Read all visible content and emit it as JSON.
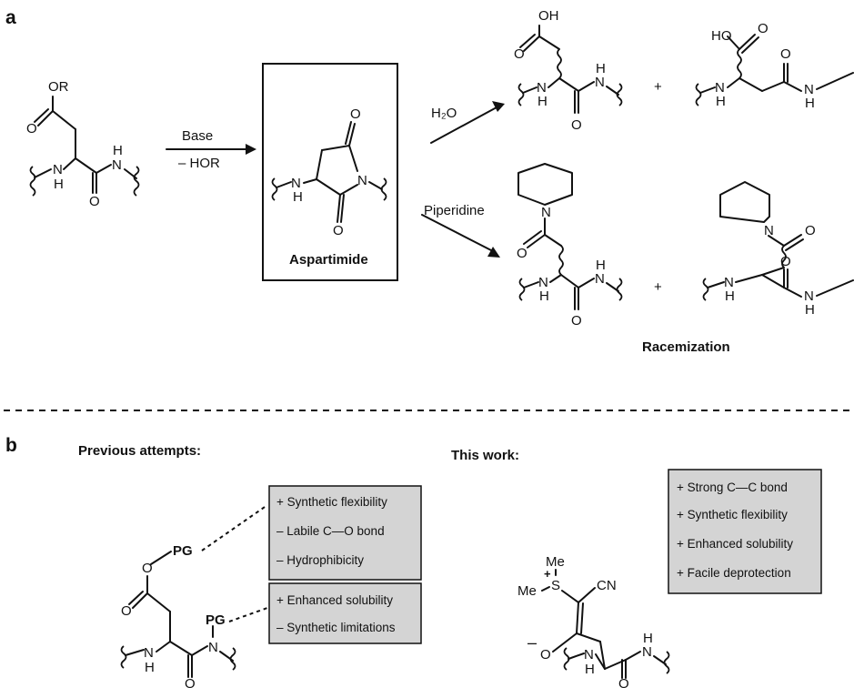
{
  "panel_a": {
    "label": "a",
    "arrow_top": "Base",
    "arrow_bottom": "– HOR",
    "intermediate": "Aspartimide",
    "hydrolysis_reagent": "H₂O",
    "piperidine_reagent": "Piperidine",
    "plus": "+",
    "outcome": "Racemization"
  },
  "panel_b": {
    "label": "b",
    "previous_title": "Previous attempts:",
    "this_work_title": "This work:",
    "previous_box_1": [
      "+ Synthetic flexibility",
      "– Labile C—O bond",
      "– Hydrophibicity"
    ],
    "previous_box_2": [
      "+ Enhanced solubility",
      "– Synthetic limitations"
    ],
    "this_work_box": [
      "+ Strong C—C bond",
      "+ Synthetic flexibility",
      "+ Enhanced solubility",
      "+ Facile deprotection"
    ],
    "protecting_group": "PG"
  },
  "atoms": {
    "O": "O",
    "OR": "OR",
    "OH": "OH",
    "HO": "HO",
    "N": "N",
    "H": "H",
    "Me": "Me",
    "S": "S",
    "CN": "CN",
    "plus_charge": "+",
    "minus_charge": "–"
  },
  "colors": {
    "box_fill": "#d4d4d4",
    "ink": "#111111"
  }
}
